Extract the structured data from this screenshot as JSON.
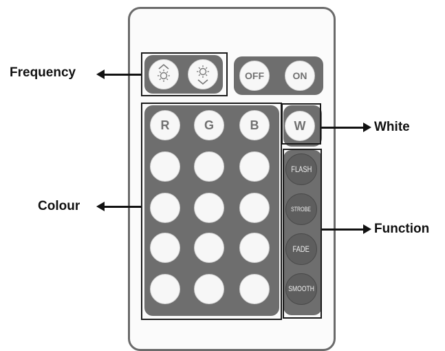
{
  "labels": {
    "frequency": "Frequency",
    "colour": "Colour",
    "white": "White",
    "function": "Function"
  },
  "buttons": {
    "off": "OFF",
    "on": "ON",
    "r": "R",
    "g": "G",
    "b": "B",
    "w": "W",
    "flash": "FLASH",
    "strobe": "STROBE",
    "fade": "FADE",
    "smooth": "SMOOTH"
  },
  "icons": {
    "frequency_up": "sun-up-icon",
    "frequency_down": "sun-down-icon"
  },
  "colors": {
    "panel": "#6e6e6e",
    "button_face": "#f7f7f7",
    "function_button": "#5e5e5e"
  }
}
